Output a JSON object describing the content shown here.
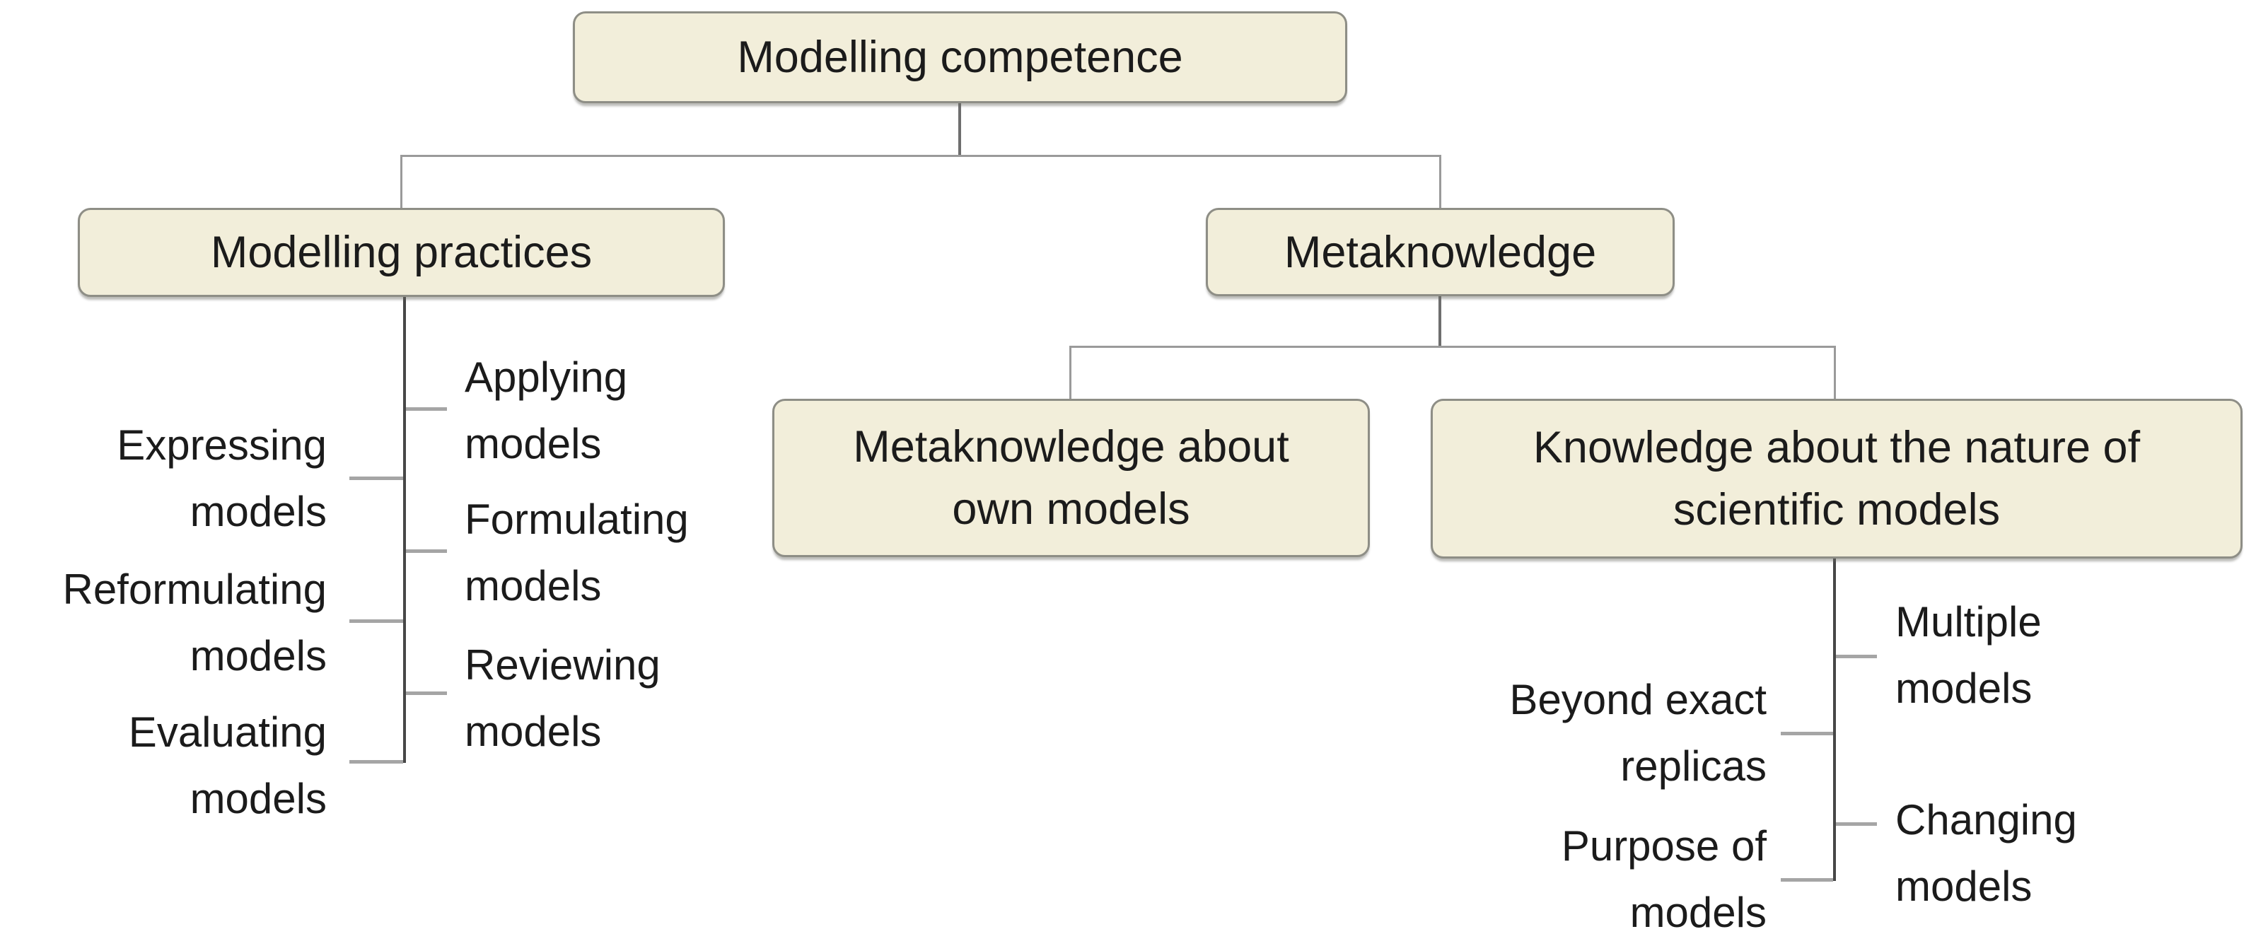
{
  "nodes": {
    "root": {
      "label": "Modelling competence"
    },
    "practices": {
      "label": "Modelling practices"
    },
    "meta": {
      "label": "Metaknowledge"
    },
    "meta_own": {
      "line1": "Metaknowledge about",
      "line2": "own models"
    },
    "nature": {
      "line1": "Knowledge about the nature of",
      "line2": "scientific models"
    }
  },
  "leaves": {
    "practices_left": [
      {
        "line1": "Expressing",
        "line2": "models"
      },
      {
        "line1": "Reformulating",
        "line2": "models"
      },
      {
        "line1": "Evaluating",
        "line2": "models"
      }
    ],
    "practices_right": [
      {
        "line1": "Applying",
        "line2": "models"
      },
      {
        "line1": "Formulating",
        "line2": "models"
      },
      {
        "line1": "Reviewing",
        "line2": "models"
      }
    ],
    "nature_left": [
      {
        "line1": "Beyond exact",
        "line2": "replicas"
      },
      {
        "line1": "Purpose of",
        "line2": "models"
      }
    ],
    "nature_right": [
      {
        "line1": "Multiple",
        "line2": "models"
      },
      {
        "line1": "Changing",
        "line2": "models"
      }
    ]
  },
  "colors": {
    "box_fill": "#f2eeda",
    "box_border": "#8e8e86",
    "rail": "#9a9a9a",
    "stem": "#474747",
    "tick": "#a5a5a5",
    "text": "#1b1b1b"
  }
}
